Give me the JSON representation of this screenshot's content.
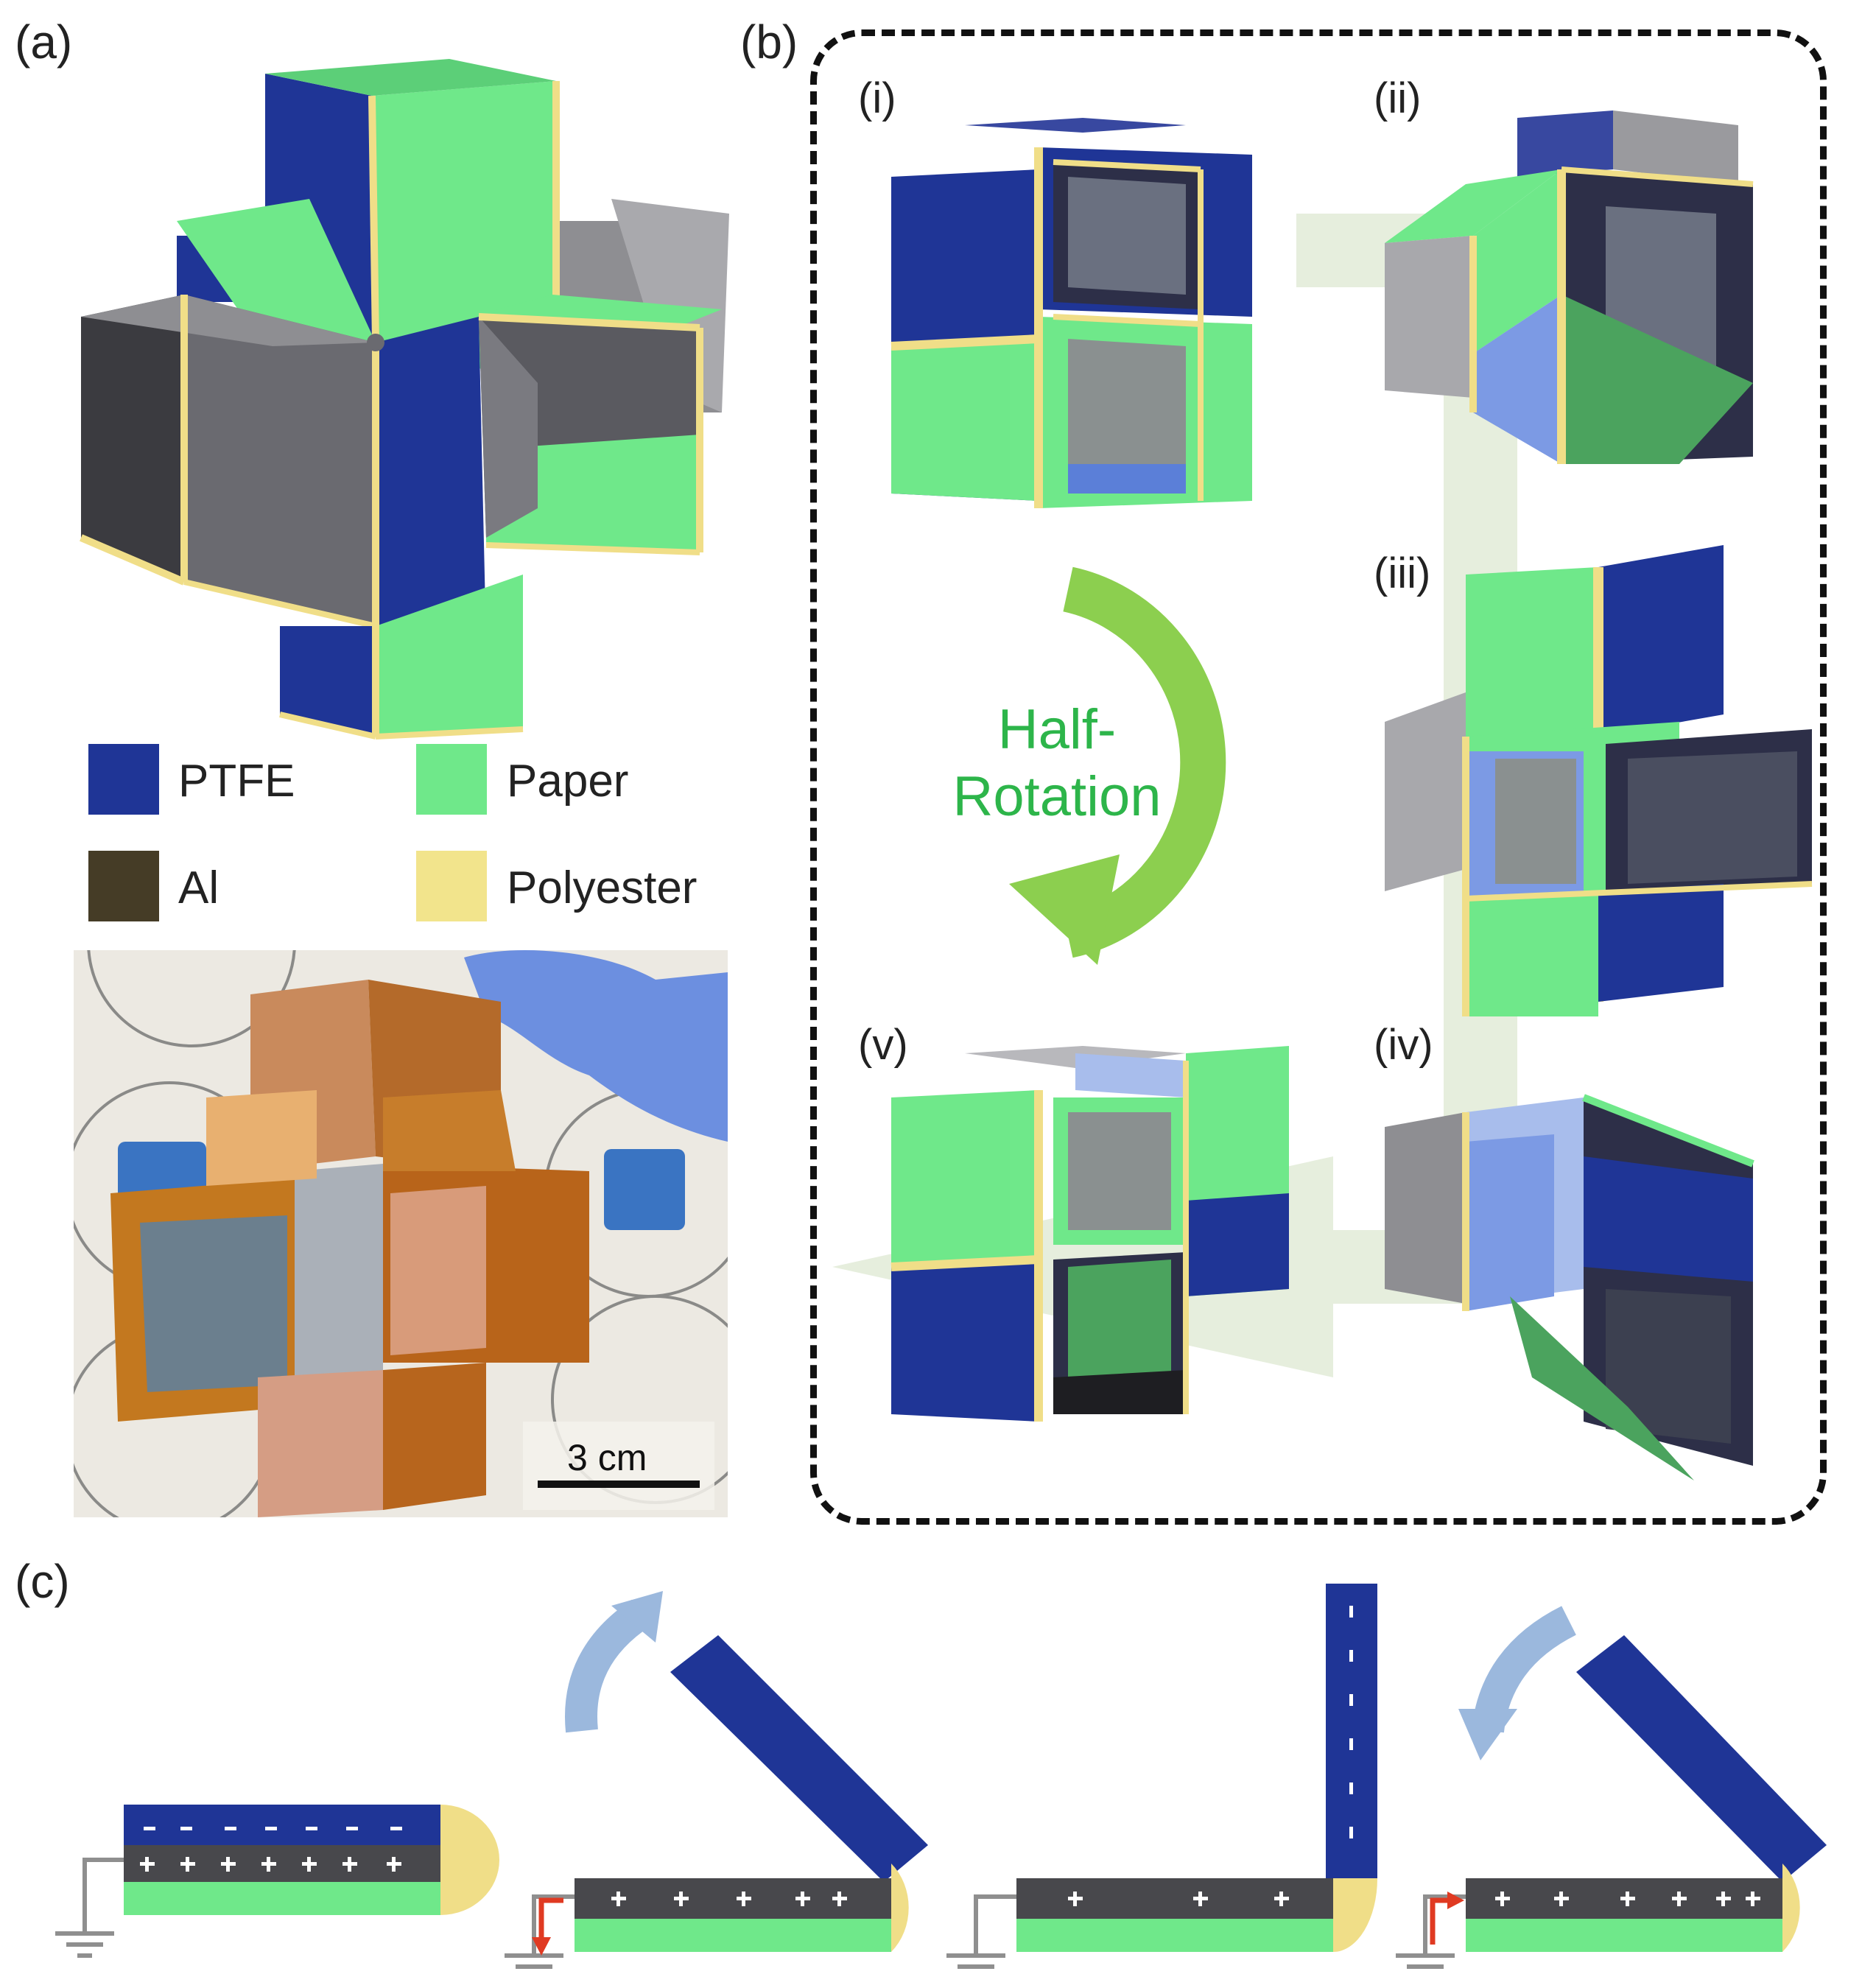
{
  "panels": {
    "a": "(a)",
    "b": "(b)",
    "c": "(c)"
  },
  "subpanels": [
    "(i)",
    "(ii)",
    "(iii)",
    "(iv)",
    "(v)"
  ],
  "rotation_label_line1": "Half-",
  "rotation_label_line2": "Rotation",
  "legend": [
    {
      "label": "PTFE",
      "color": "#1f3596"
    },
    {
      "label": "Paper",
      "color": "#6fe88a"
    },
    {
      "label": "Al",
      "color": "#453c26"
    },
    {
      "label": "Polyester",
      "color": "#f2e48c"
    }
  ],
  "scale_bar": "3 cm",
  "colors": {
    "ptfe": "#1f3596",
    "paper": "#6fe88a",
    "al": "#4a4a4e",
    "polyester": "#f0de88",
    "arrow_green": "#8ccf4f",
    "arrow_blue": "#9bb8dd",
    "arrow_red": "#e03a22",
    "bg_arrow": "#dfe9d3"
  },
  "charge_signs": {
    "minus": "-",
    "plus": "+"
  }
}
